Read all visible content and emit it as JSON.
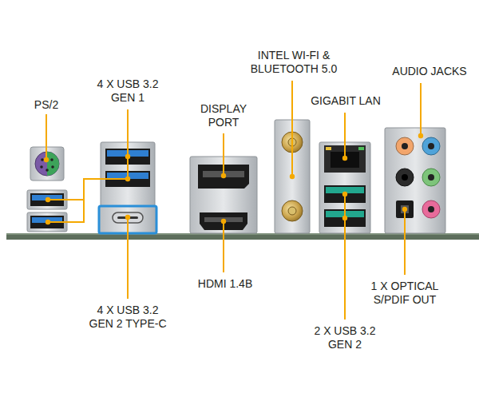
{
  "diagram": {
    "labels": [
      "PS/2",
      "4 X USB 3.2 GEN 1",
      "DISPLAY PORT",
      "INTEL WI-FI & BLUETOOTH 5.0",
      "GIGABIT LAN",
      "AUDIO JACKS",
      "4 X USB 3.2 GEN 2 TYPE-C",
      "HDMI 1.4B",
      "2 X USB 3.2 GEN 2",
      "1 X OPTICAL S/PDIF OUT"
    ]
  }
}
